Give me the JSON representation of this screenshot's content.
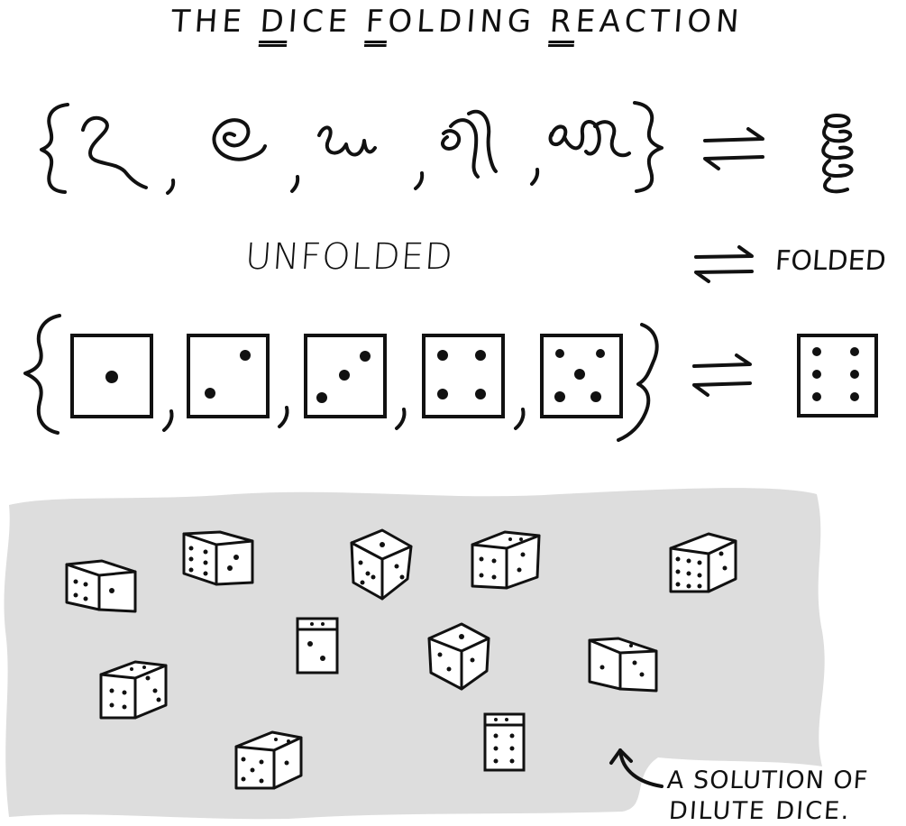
{
  "title": {
    "words": [
      {
        "text": "THE",
        "initial": ""
      },
      {
        "text": "ICE",
        "initial": "D"
      },
      {
        "text": "OLDING",
        "initial": "F"
      },
      {
        "text": "EACTION",
        "initial": "R"
      }
    ]
  },
  "labels": {
    "unfolded": "UNFOLDED",
    "folded": "FOLDED"
  },
  "caption": {
    "line1": "A SOLUTION OF",
    "line2": "DILUTE DICE."
  },
  "colors": {
    "ink": "#111111",
    "solution_fill": "#dddddd",
    "paper": "#ffffff"
  },
  "row_dice_pips": [
    1,
    2,
    3,
    4,
    5
  ],
  "folded_die_pips": 6,
  "icons": [
    "curly-brace-icon",
    "equilibrium-arrow-icon",
    "curved-arrow-icon",
    "die-icon",
    "squiggle-icon",
    "coil-icon"
  ]
}
